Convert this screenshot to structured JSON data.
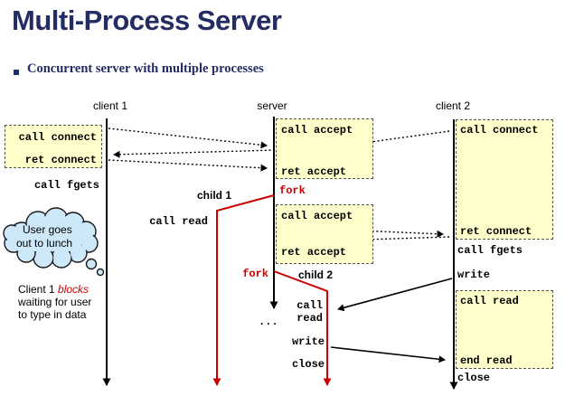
{
  "slide": {
    "title": "Multi-Process Server",
    "bullet": "Concurrent server with multiple processes"
  },
  "timelines": {
    "client1": "client 1",
    "server": "server",
    "client2": "client 2"
  },
  "boxes": {
    "client1_connect": {
      "top": "call connect",
      "bottom": "ret connect"
    },
    "server_accept1": {
      "top": "call accept",
      "bottom": "ret accept"
    },
    "server_accept2": {
      "top": "call accept",
      "bottom": "ret accept"
    },
    "client2_connect": {
      "top": "call connect",
      "bottom": "ret connect"
    },
    "client2_read": {
      "top": "call read",
      "bottom": "end read"
    }
  },
  "labels": {
    "client1_fgets": "call fgets",
    "child1_title": "child 1",
    "child1_read": "call read",
    "fork1": "fork",
    "fork2": "fork",
    "child2_title": "child 2",
    "child2_call": "call",
    "child2_read": "read",
    "child2_write": "write",
    "child2_close": "close",
    "server_ellipsis": "...",
    "client2_fgets": "call fgets",
    "client2_write": "write",
    "client2_close": "close"
  },
  "cloud": {
    "line1": "User goes",
    "line2": "out to lunch"
  },
  "note": {
    "pre": "Client 1 ",
    "em": "blocks",
    "line2": "waiting for user",
    "line3": "to type in data"
  },
  "icons": {
    "thought_cloud": "cloud-shape",
    "bullet": "navy-square",
    "timeline_arrow": "down-arrow"
  },
  "colors": {
    "title_navy": "#232C63",
    "highlight_yellow": "#FFFFCC",
    "process_red": "#CC0000",
    "cloud_blue": "#CDE9F9",
    "line_black": "#000000"
  }
}
